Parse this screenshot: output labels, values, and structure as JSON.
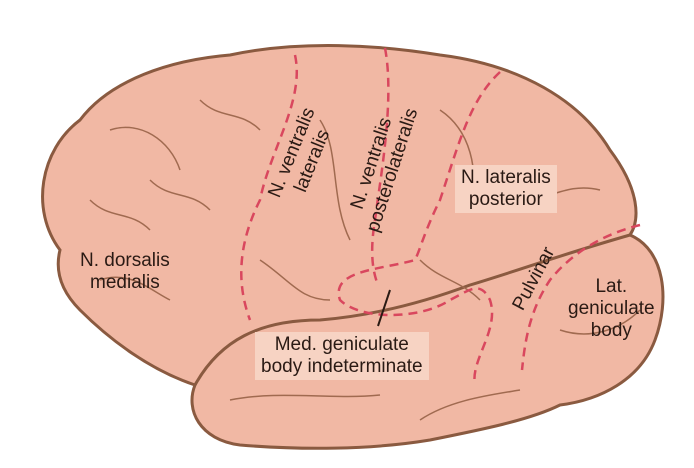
{
  "colors": {
    "brain_fill": "#f1b8a4",
    "outline": "#8a5a40",
    "boundary": "#d9475e",
    "label_box": "#f7d3c3"
  },
  "labels": {
    "dorsalis": [
      "N. dorsalis",
      "medialis"
    ],
    "ventralis_lateralis": [
      "N. ventralis",
      "lateralis"
    ],
    "ventralis_posterolateralis": [
      "N. ventralis",
      "posterolateralis"
    ],
    "lateralis_posterior": [
      "N. lateralis",
      "posterior"
    ],
    "pulvinar": "Pulvinar",
    "lat_geniculate": [
      "Lat.",
      "geniculate",
      "body"
    ],
    "med_geniculate": [
      "Med. geniculate",
      "body indeterminate"
    ]
  }
}
